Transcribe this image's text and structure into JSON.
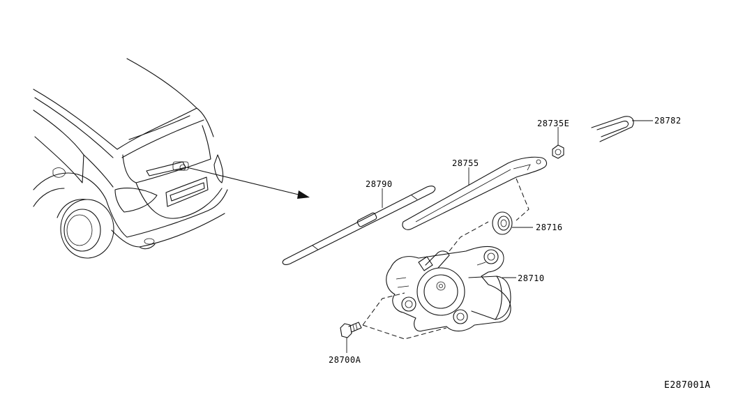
{
  "labels": {
    "p28782": "28782",
    "p28735E": "28735E",
    "p28755": "28755",
    "p28790": "28790",
    "p28716": "28716",
    "p28710": "28710",
    "p28700A": "28700A"
  },
  "figure_code": "E287001A"
}
